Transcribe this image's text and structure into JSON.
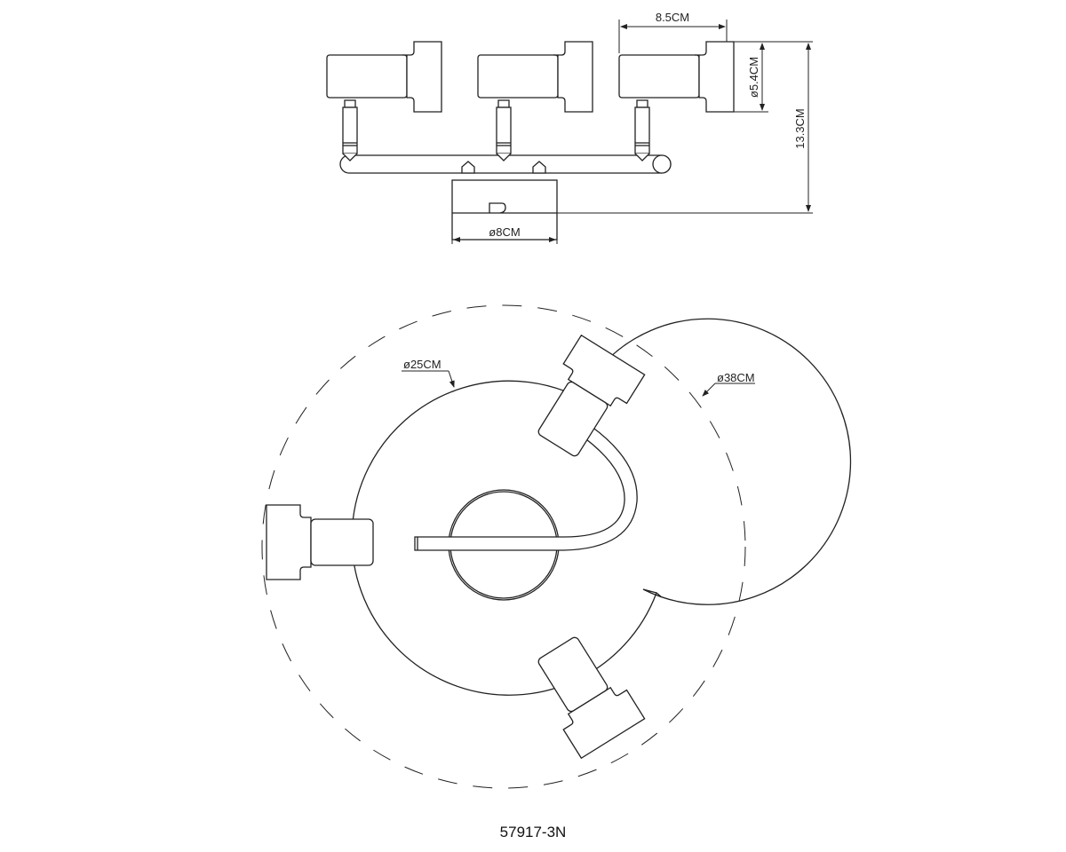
{
  "dimensions": {
    "lamp_width": "8.5CM",
    "lamp_diameter": "ø5.4CM",
    "total_height": "13.3CM",
    "base_diameter": "ø8CM",
    "arm_diameter": "ø25CM",
    "overall_diameter": "ø38CM"
  },
  "model_number": "57917-3N",
  "colors": {
    "line": "#222222",
    "background": "#ffffff"
  }
}
